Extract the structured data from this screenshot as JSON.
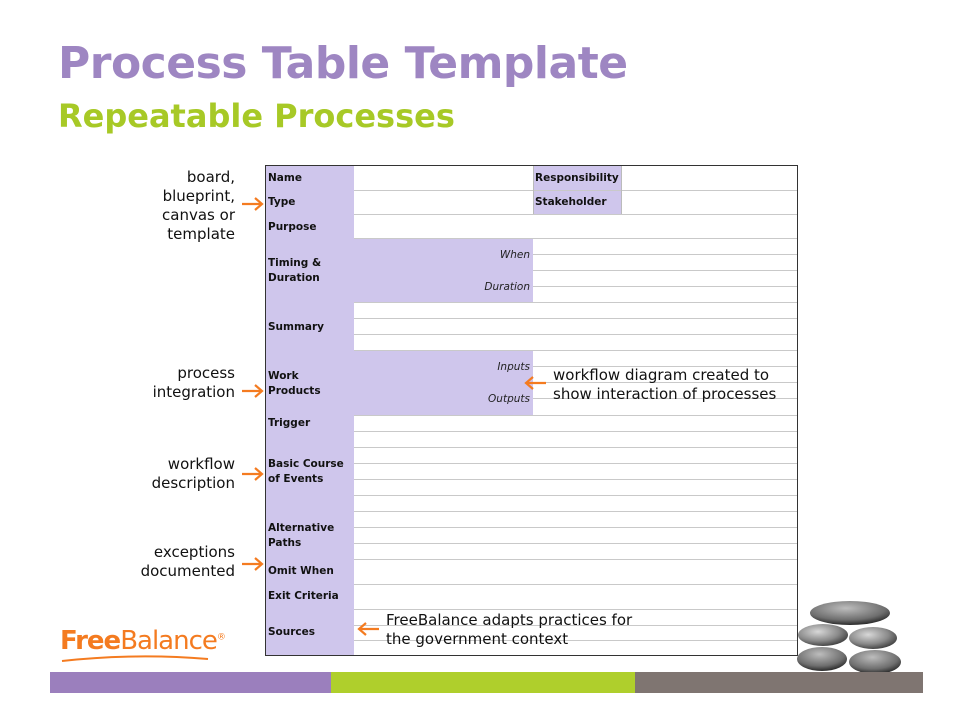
{
  "page": {
    "title": "Process Table Template",
    "subtitle": "Repeatable Processes"
  },
  "side_labels": [
    "board,\nblueprint,\ncanvas or\ntemplate",
    "process\nintegration",
    "workflow\ndescription",
    "exceptions\ndocumented"
  ],
  "table": {
    "name_label": "Name",
    "type_label": "Type",
    "responsibility_label": "Responsibility",
    "stakeholder_label": "Stakeholder",
    "purpose_label": "Purpose",
    "timing_label": "Timing &\nDuration",
    "when_label": "When",
    "duration_label": "Duration",
    "summary_label": "Summary",
    "work_products_label": "Work\nProducts",
    "inputs_label": "Inputs",
    "outputs_label": "Outputs",
    "trigger_label": "Trigger",
    "basic_course_label": "Basic Course\nof Events",
    "alternative_paths_label": "Alternative\nPaths",
    "omit_when_label": "Omit When",
    "exit_criteria_label": "Exit Criteria",
    "sources_label": "Sources"
  },
  "notes": {
    "workflow_note": "workflow diagram created to\nshow interaction of processes",
    "freebalance_note": "FreeBalance adapts practices for\nthe government context"
  },
  "logo": {
    "free": "Free",
    "balance": "Balance",
    "registered": "®"
  },
  "colors": {
    "title": "#9e86c2",
    "subtitle": "#a7c926",
    "lavender": "#cfc6ec",
    "arrow": "#f47b20",
    "footer_purple": "#9b7fbd",
    "footer_green": "#afcf2c",
    "footer_gray": "#7f7571"
  }
}
